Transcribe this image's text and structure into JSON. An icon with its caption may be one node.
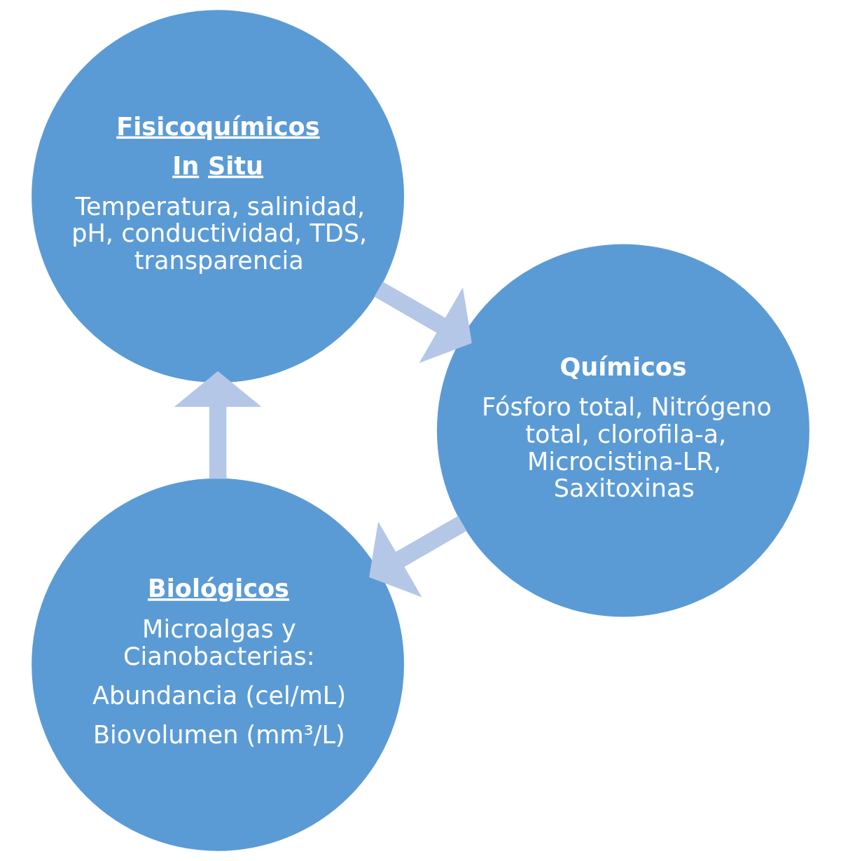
{
  "diagram": {
    "nodes": [
      {
        "text": [
          "Biológicos",
          "Microalgas y Cianobacterias:",
          "Abundancia (cel/mL)",
          "Biovolumen (mm³/L)"
        ]
      },
      {
        "text": [
          "Fisicoquímicos",
          "In Situ",
          "Temperatura, salinidad, pH, conductividad, TDS, transparencia"
        ]
      },
      {
        "text": [
          "Químicos",
          "Fósforo total, Nitrógeno total, clorofila-a, Microcistina-LR, Saxitoxinas"
        ]
      }
    ],
    "edges": [
      {
        "from": 0,
        "to": 1,
        "arrow": "to"
      },
      {
        "from": 1,
        "to": 2,
        "arrow": "to"
      },
      {
        "from": 2,
        "to": 0,
        "arrow": "to"
      }
    ]
  }
}
